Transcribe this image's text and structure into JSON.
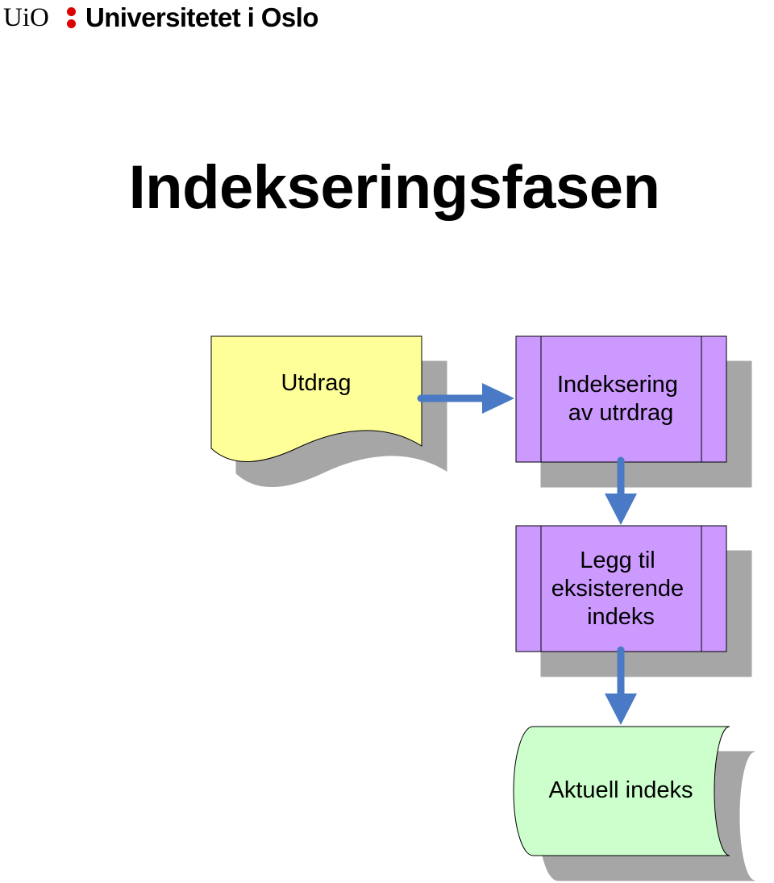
{
  "header": {
    "logo_abbrev": "UiO",
    "logo_name": "Universitetet i Oslo",
    "logo_color": "#dd0000"
  },
  "slide": {
    "title": "Indekseringsfasen"
  },
  "diagram": {
    "nodes": {
      "document": {
        "shape": "document",
        "lines": [
          "Utdrag"
        ],
        "fill": "#ffff99"
      },
      "process1": {
        "shape": "predefined-process",
        "lines": [
          "Indeksering",
          "av utrdrag"
        ],
        "fill": "#cc99ff"
      },
      "process2": {
        "shape": "predefined-process",
        "lines": [
          "Legg til",
          "eksisterende",
          "indeks"
        ],
        "fill": "#cc99ff"
      },
      "storage": {
        "shape": "stored-data",
        "lines": [
          "Aktuell indeks"
        ],
        "fill": "#ccffcc"
      }
    },
    "edges": [
      {
        "from": "document",
        "to": "process1"
      },
      {
        "from": "process1",
        "to": "process2"
      },
      {
        "from": "process2",
        "to": "storage"
      }
    ],
    "colors": {
      "arrow": "#4a7ac5",
      "shadow": "#a6a6a6",
      "stroke": "#000000"
    }
  }
}
